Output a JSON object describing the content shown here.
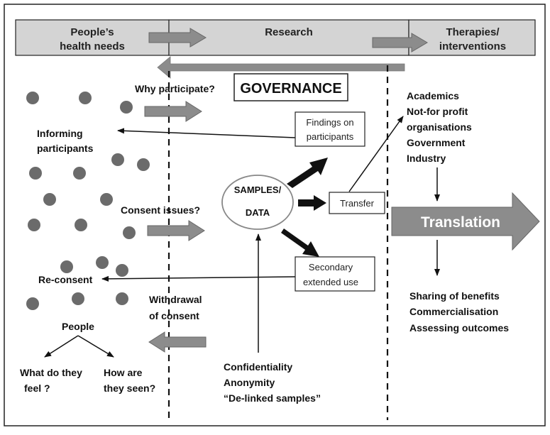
{
  "header": {
    "people_needs": [
      "People’s",
      "health needs"
    ],
    "research": "Research",
    "therapies": [
      "Therapies/",
      "interventions"
    ]
  },
  "governance": "GOVERNANCE",
  "left": {
    "why_participate": "Why participate?",
    "informing": [
      "Informing",
      "participants"
    ],
    "consent_issues": "Consent issues?",
    "reconsent": "Re-consent",
    "withdrawal": [
      "Withdrawal",
      "of consent"
    ],
    "people": "People",
    "feel": [
      "What do they",
      "feel ?"
    ],
    "seen": [
      "How are",
      "they seen?"
    ]
  },
  "center": {
    "samples": [
      "SAMPLES/",
      "DATA"
    ],
    "findings": [
      "Findings on",
      "participants"
    ],
    "transfer": "Transfer",
    "secondary": [
      "Secondary",
      "extended use"
    ],
    "confidentiality": [
      "Confidentiality",
      "Anonymity",
      "“De-linked samples”"
    ]
  },
  "right": {
    "actors": [
      "Academics",
      "Not-for profit",
      "organisations",
      "Government",
      "Industry"
    ],
    "translation": "Translation",
    "outcomes": [
      "Sharing of benefits",
      "Commercialisation",
      "Assessing outcomes"
    ]
  },
  "colors": {
    "header_fill": "#d4d4d4",
    "gray_arrow": "#8c8c8c",
    "dot": "#6b6b6b",
    "black": "#111111"
  }
}
